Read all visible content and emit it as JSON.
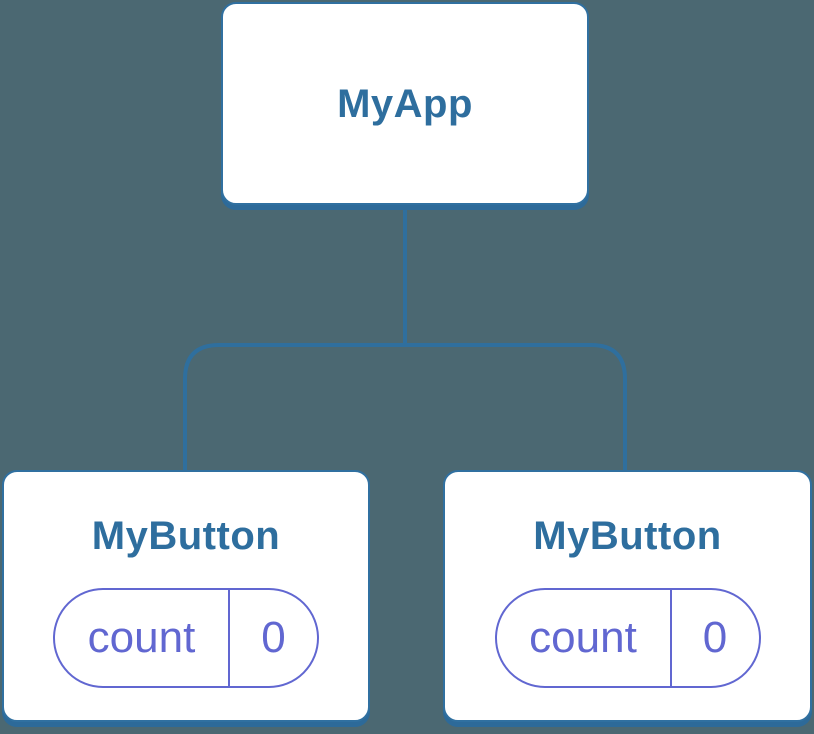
{
  "diagram": {
    "type": "component-tree",
    "root": {
      "label": "MyApp"
    },
    "children": [
      {
        "label": "MyButton",
        "state": {
          "key": "count",
          "value": "0"
        }
      },
      {
        "label": "MyButton",
        "state": {
          "key": "count",
          "value": "0"
        }
      }
    ]
  },
  "colors": {
    "background": "#4b6872",
    "node_fill": "#ffffff",
    "node_border": "#3070a0",
    "node_shadow": "#2d6a99",
    "connector_line": "#2f6f9e",
    "label_text": "#2e6e9e",
    "state_pill_border": "#6167d1",
    "state_pill_text": "#6167d1"
  }
}
